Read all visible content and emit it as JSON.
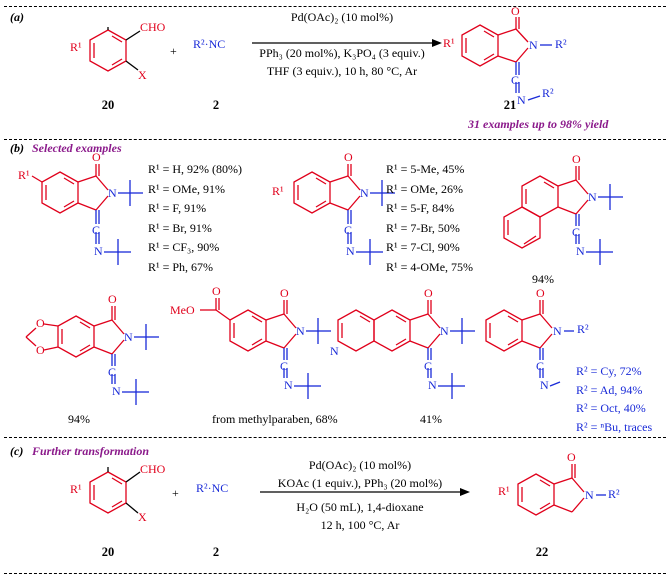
{
  "section_a": {
    "label": "(a)",
    "reagent_sm": "R¹",
    "sm_cho": "CHO",
    "sm_x": "X",
    "plus": "+",
    "isocyanide": "R²·NC",
    "conditions": [
      "Pd(OAc)₂ (10 mol%)",
      "PPh₃ (20 mol%), K₃PO₄ (3 equiv.)",
      "THF (3 equiv.), 10 h, 80 °C, Ar"
    ],
    "cmpd_sm": "20",
    "cmpd_iso": "2",
    "cmpd_prod": "21",
    "prod_r1": "R¹",
    "prod_o": "O",
    "prod_n": "N",
    "prod_r2": "R²",
    "prod_n2": "N",
    "prod_r2b": "R²",
    "prod_c": "C",
    "yield_note": "31 examples up to 98% yield"
  },
  "section_b": {
    "label": "(b)",
    "title": "Selected examples",
    "ex1_r1": "R¹",
    "ex1_list": [
      "R¹ = H, 92% (80%)",
      "R¹ = OMe, 91%",
      "R¹ = F, 91%",
      "R¹ = Br, 91%",
      "R¹ = CF₃, 90%",
      "R¹ = Ph, 67%"
    ],
    "ex2_r1": "R¹",
    "ex2_list": [
      "R¹ = 5-Me, 45%",
      "R¹ = OMe, 26%",
      "R¹ = 5-F, 84%",
      "R¹ = 7-Br, 50%",
      "R¹ = 7-Cl, 90%",
      "R¹ = 4-OMe, 75%"
    ],
    "ex3_yield": "94%",
    "ex4_yield": "94%",
    "ex5_label": "MeO",
    "ex5_yield": "from methylparaben, 68%",
    "ex6_n": "N",
    "ex6_yield": "41%",
    "ex7_r2": "R²",
    "ex7_list": [
      "R² = Cy, 72%",
      "R² = Ad, 94%",
      "R² = Oct, 40%",
      "R² = ⁿBu, traces"
    ],
    "atom_o": "O",
    "atom_n": "N",
    "atom_c": "C"
  },
  "section_c": {
    "label": "(c)",
    "title": "Further transformation",
    "reagent_sm": "R¹",
    "sm_cho": "CHO",
    "sm_x": "X",
    "plus": "+",
    "isocyanide": "R²·NC",
    "conditions": [
      "Pd(OAc)₂ (10 mol%)",
      "KOAc (1 equiv.), PPh₃ (20 mol%)",
      "H₂O (50 mL), 1,4-dioxane",
      "12 h, 100 °C, Ar"
    ],
    "cmpd_sm": "20",
    "cmpd_iso": "2",
    "cmpd_prod": "22",
    "prod_r1": "R¹",
    "prod_o": "O",
    "prod_n": "N",
    "prod_r2": "R²"
  },
  "colors": {
    "red": "#e0001b",
    "blue": "#1a2bd8",
    "purple": "#8b1a8b"
  }
}
